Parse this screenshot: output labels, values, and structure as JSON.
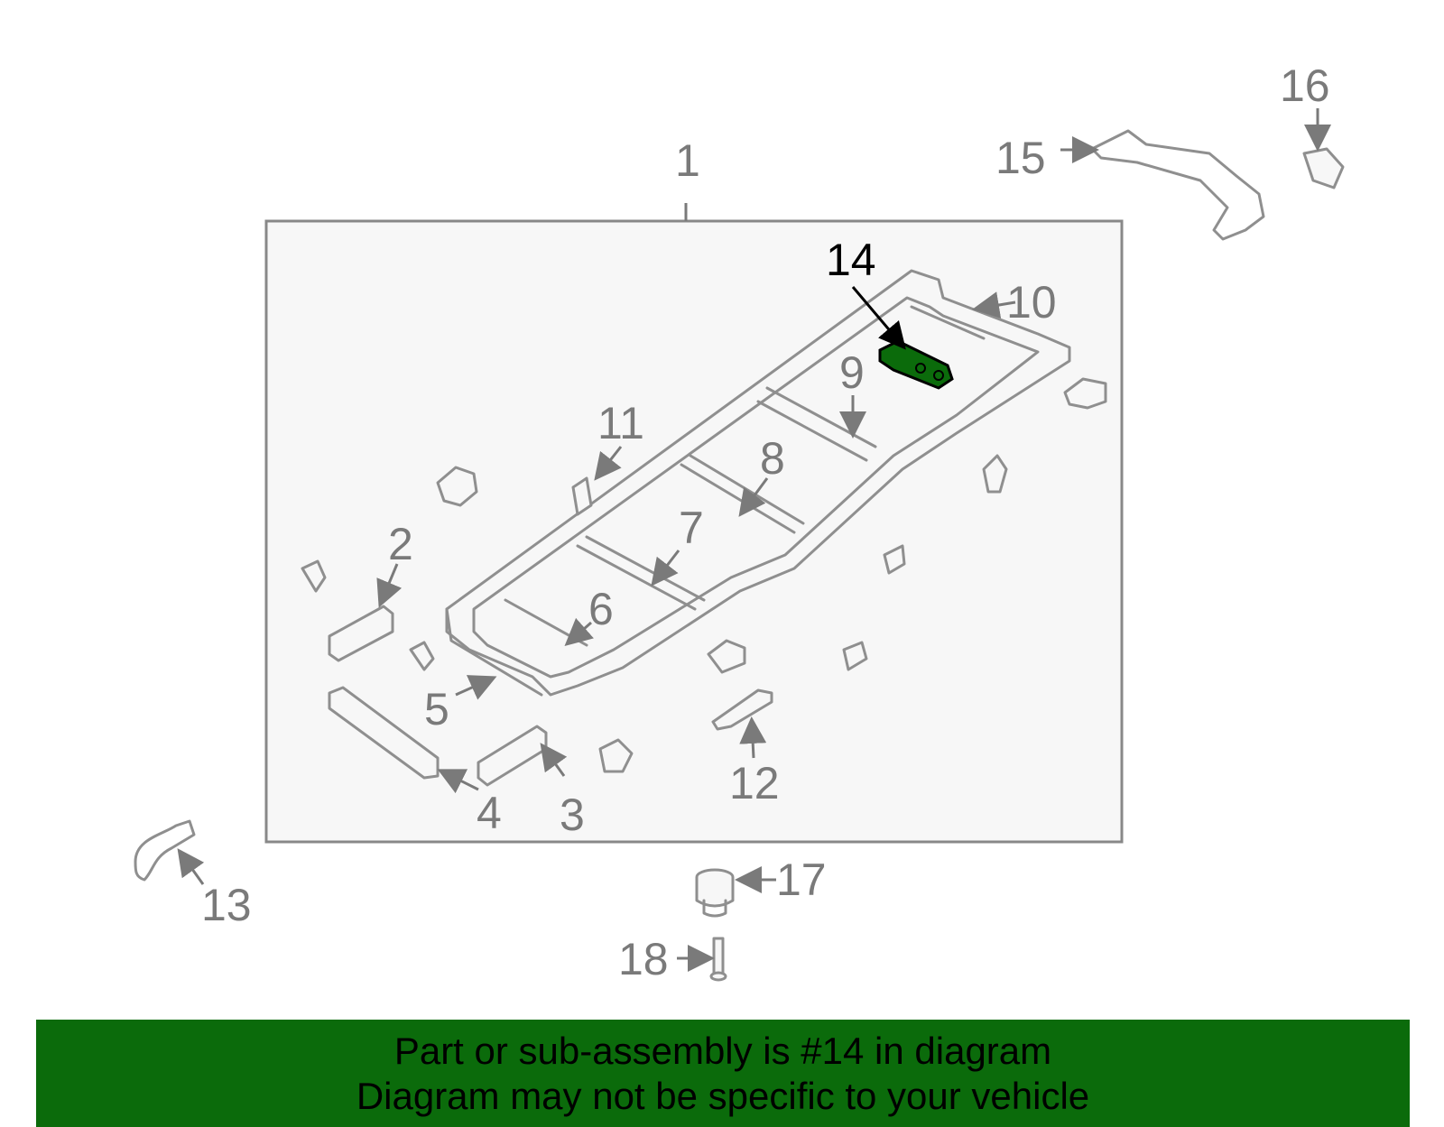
{
  "callouts": [
    "1",
    "2",
    "3",
    "4",
    "5",
    "6",
    "7",
    "8",
    "9",
    "10",
    "11",
    "12",
    "13",
    "14",
    "15",
    "16",
    "17",
    "18"
  ],
  "highlighted_part": "14",
  "colors": {
    "highlight": "#0b6b0b",
    "line": "#8f8f8f",
    "banner": "#0b6b0b"
  },
  "banner": {
    "line1": "Part or sub-assembly is #14 in diagram",
    "line2": "Diagram may not be specific to your vehicle"
  }
}
